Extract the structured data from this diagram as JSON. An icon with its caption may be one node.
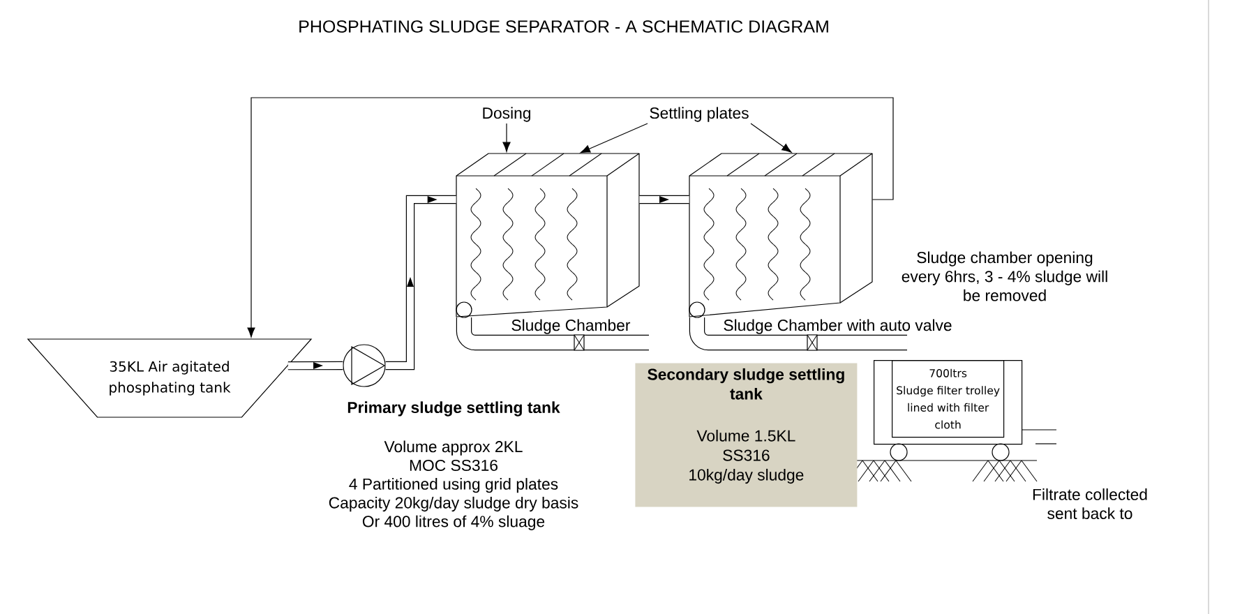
{
  "diagram": {
    "title": "PHOSPHATING SLUDGE SEPARATOR - A SCHEMATIC DIAGRAM",
    "nodes": [
      {
        "text": [
          "Dosing"
        ]
      },
      {
        "text": [
          "Settling plates"
        ]
      },
      {
        "text": [
          "35KL Air agitated phosphating tank"
        ]
      },
      {
        "text": [],
        "shape": "circle"
      },
      {
        "text": [],
        "shape": "box",
        "beside": [
          "Primary sludge settling tank",
          "Volume approx 2KL",
          "MOC SS316",
          "4 Partitioned using grid plates",
          "Capacity 20kg/day sludge dry basis",
          "Or 400 litres of 4% sluage"
        ]
      },
      {
        "text": [],
        "shape": "box"
      },
      {
        "text": [
          "Secondary sludge settling tank",
          "Volume 1.5KL",
          "SS316",
          "10kg/day sludge"
        ]
      },
      {
        "text": [],
        "shape": "box"
      },
      {
        "text": [
          "700ltrs",
          "Sludge filter trolley lined with filter cloth"
        ],
        "in": 7
      }
    ],
    "edges": [
      {
        "from": 0,
        "to": 4,
        "arrow": "to"
      },
      {
        "from": 1,
        "to": 4,
        "arrow": "to"
      },
      {
        "from": 1,
        "to": 5,
        "arrow": "to"
      },
      {
        "from": 2,
        "to": 3,
        "arrow": "to",
        "style": "thick"
      },
      {
        "from": 3,
        "to": 4,
        "arrow": "to",
        "style": "thick"
      },
      {
        "from": 4,
        "to": 5,
        "arrow": "to",
        "style": "thick"
      },
      {
        "from": 5,
        "to": 2,
        "arrow": "to"
      }
    ],
    "labels": [
      "Sludge Chamber",
      "Sludge Chamber with auto valve",
      "Sludge chamber opening every 6hrs, 3 - 4% sludge will be removed",
      "Filtrate collected sent back to"
    ]
  }
}
